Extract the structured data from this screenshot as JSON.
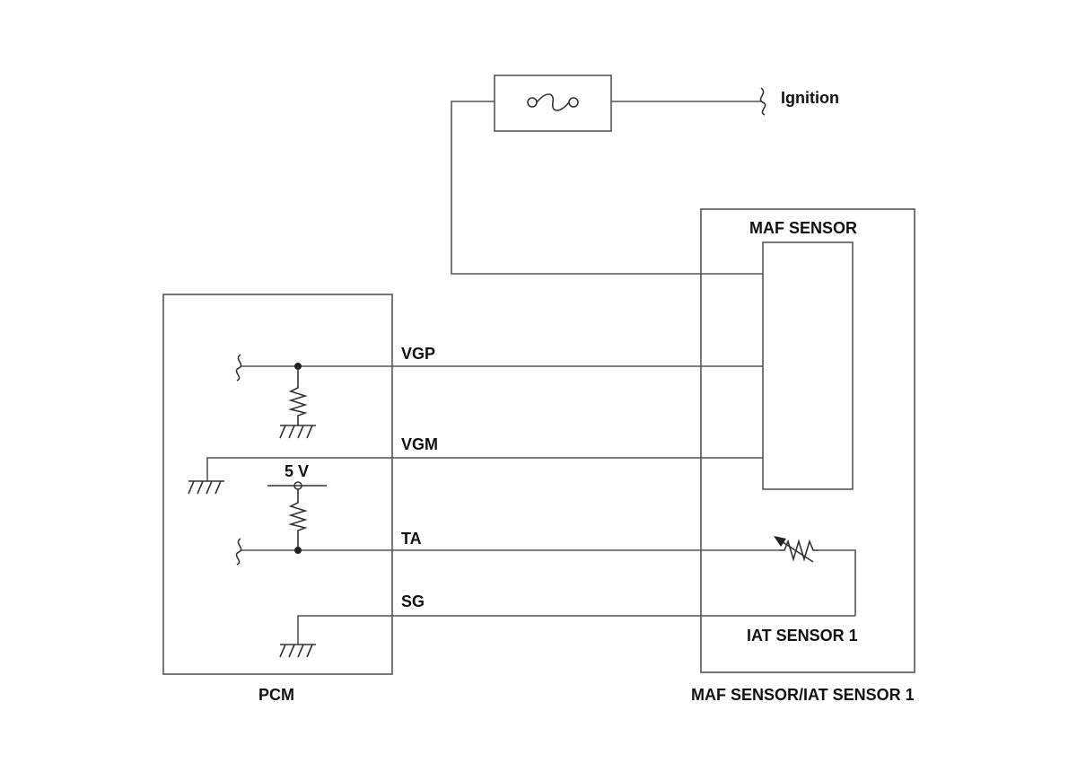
{
  "labels": {
    "ignition": "Ignition",
    "maf_sensor": "MAF SENSOR",
    "vgp": "VGP",
    "vgm": "VGM",
    "five_v": "5 V",
    "ta": "TA",
    "sg": "SG",
    "iat_sensor": "IAT SENSOR 1",
    "pcm": "PCM",
    "maf_iat_module": "MAF SENSOR/IAT SENSOR 1"
  },
  "colors": {
    "wire": "#555555",
    "text": "#111111",
    "background": "#ffffff"
  }
}
